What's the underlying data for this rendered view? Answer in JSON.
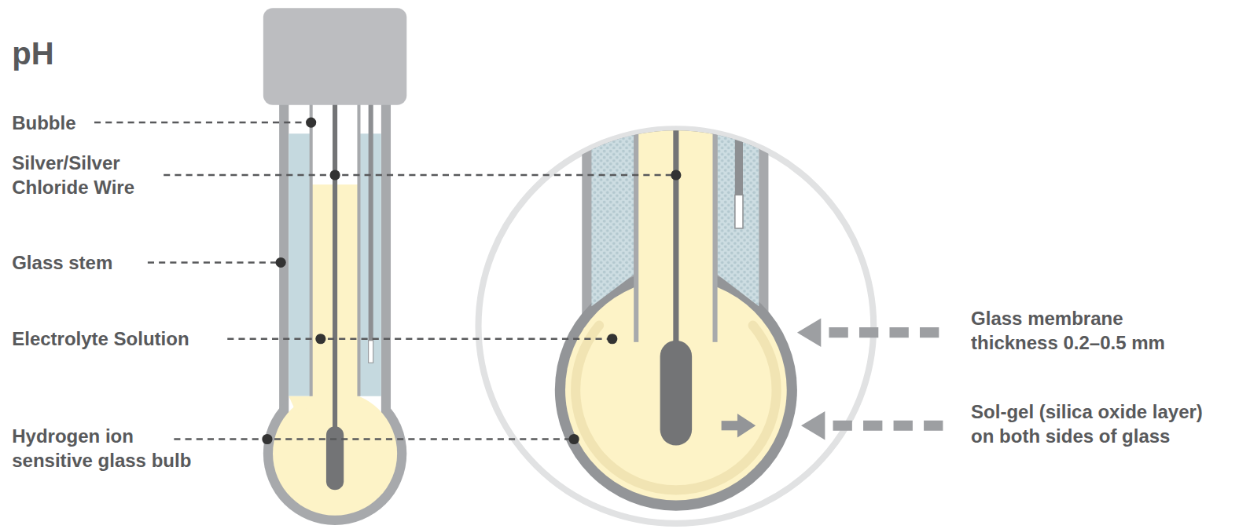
{
  "diagram": {
    "title": "pH",
    "labels": [
      "Bubble",
      "Silver/Silver Chloride Wire",
      "Glass stem",
      "Electrolyte Solution",
      "Hydrogen ion sensitive glass bulb",
      "Glass membrane thickness 0.2–0.5 mm",
      "Sol-gel (silica oxide layer) on both sides of glass"
    ]
  }
}
